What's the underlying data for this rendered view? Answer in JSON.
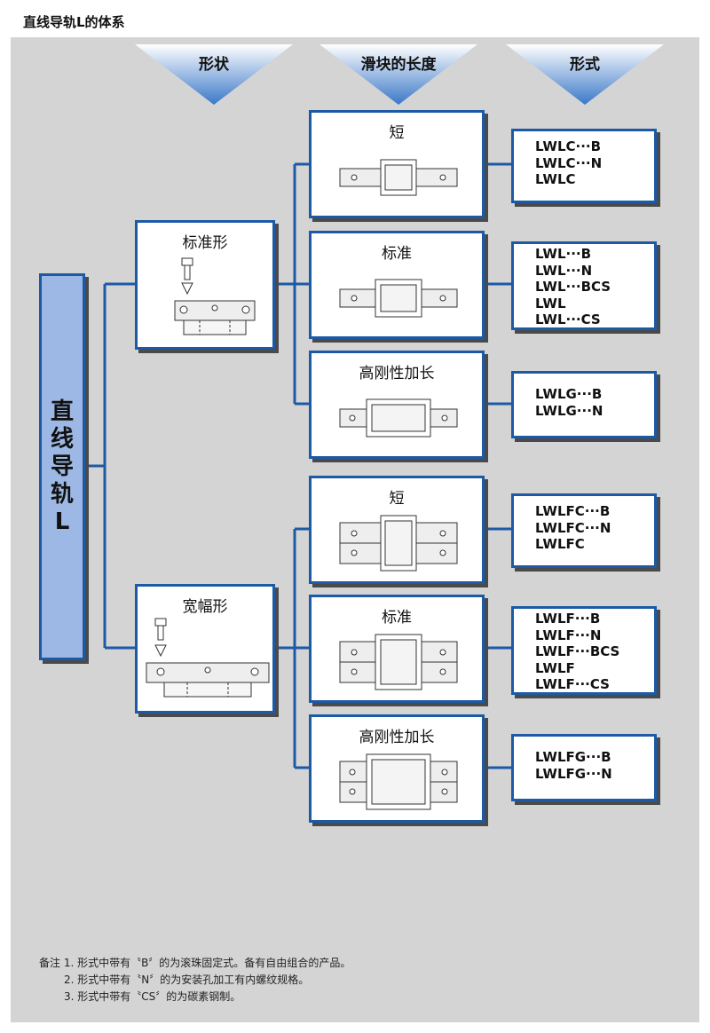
{
  "title": "直线导轨L的体系",
  "headers": [
    "形状",
    "滑块的长度",
    "形式"
  ],
  "root": {
    "label": "直线导轨L"
  },
  "shapes": [
    {
      "label": "标准形"
    },
    {
      "label": "宽幅形"
    }
  ],
  "lengths": [
    {
      "label": "短",
      "models": [
        "LWLC···B",
        "LWLC···N",
        "LWLC"
      ]
    },
    {
      "label": "标准",
      "models": [
        "LWL···B",
        "LWL···N",
        "LWL···BCS",
        "LWL",
        "LWL···CS"
      ]
    },
    {
      "label": "高刚性加长",
      "models": [
        "LWLG···B",
        "LWLG···N"
      ]
    },
    {
      "label": "短",
      "models": [
        "LWLFC···B",
        "LWLFC···N",
        "LWLFC"
      ]
    },
    {
      "label": "标准",
      "models": [
        "LWLF···B",
        "LWLF···N",
        "LWLF···BCS",
        "LWLF",
        "LWLF···CS"
      ]
    },
    {
      "label": "高刚性加长",
      "models": [
        "LWLFG···B",
        "LWLFG···N"
      ]
    }
  ],
  "notes": [
    "备注 1. 形式中带有〝B〞的为滚珠固定式。备有自由组合的产品。",
    "2. 形式中带有〝N〞的为安装孔加工有内螺纹规格。",
    "3. 形式中带有〝CS〞的为碳素钢制。"
  ],
  "colors": {
    "frame": "#1c5aa6",
    "root_fill": "#9db8e4",
    "panel": "#d4d4d4"
  }
}
